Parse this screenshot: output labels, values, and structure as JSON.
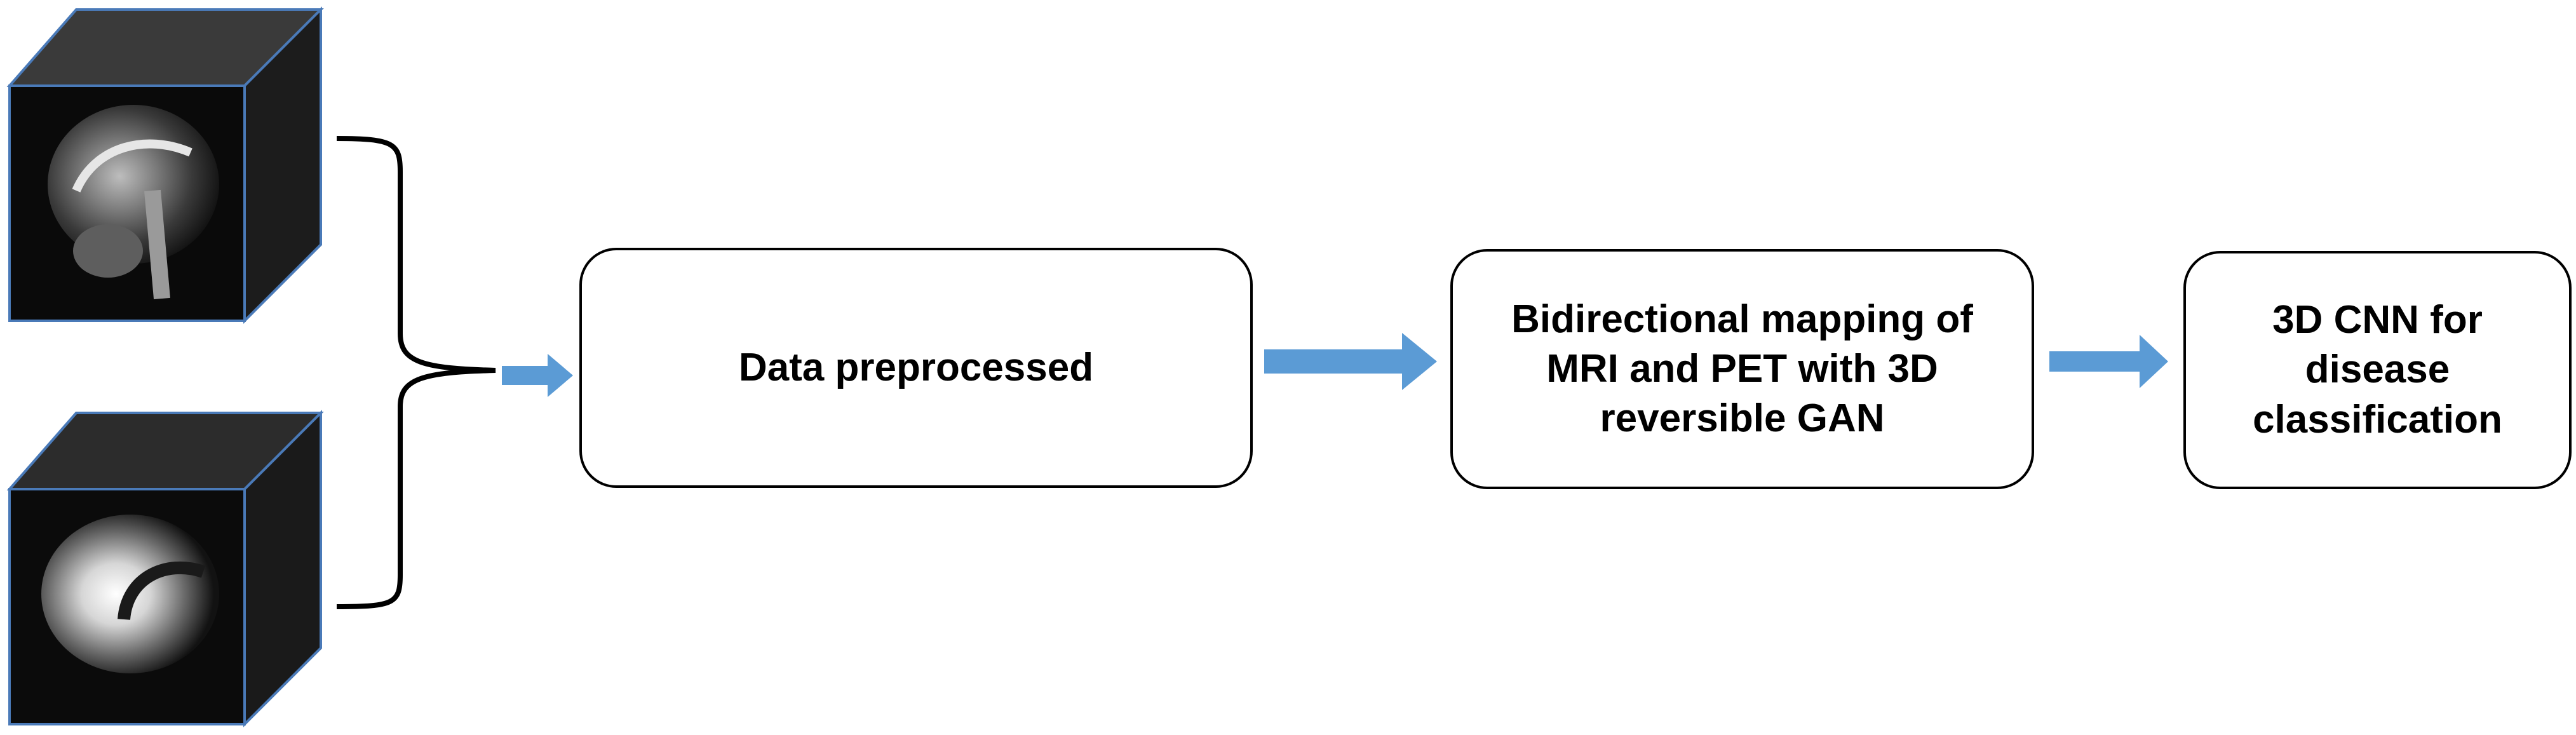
{
  "steps": [
    {
      "label": "Data preprocessed"
    },
    {
      "label": "Bidirectional mapping of MRI and PET with 3D reversible GAN"
    },
    {
      "label": "3D CNN for disease classification"
    }
  ],
  "inputs": [
    {
      "icon": "mri-brain-volume-icon"
    },
    {
      "icon": "pet-brain-volume-icon"
    }
  ],
  "colors": {
    "arrow": "#5b9bd5",
    "cube_edge": "#4a7ab8",
    "box_border": "#000000"
  }
}
